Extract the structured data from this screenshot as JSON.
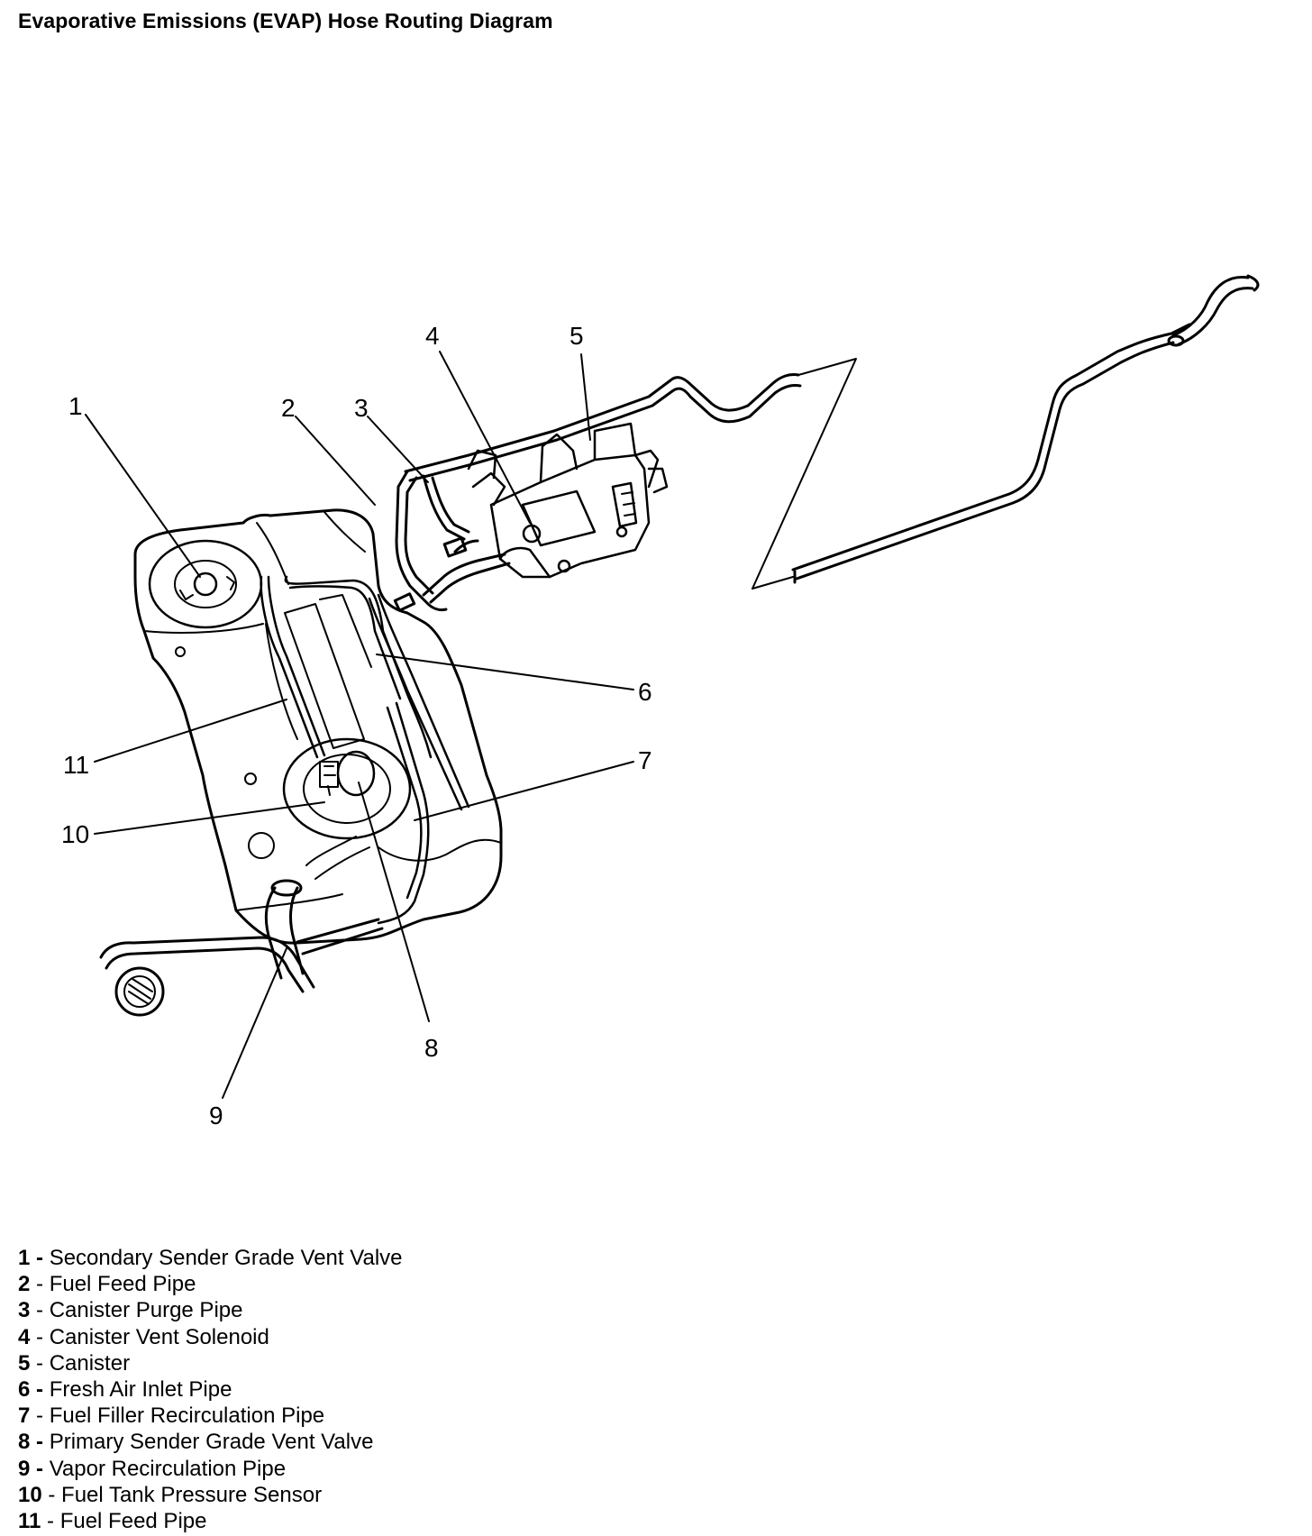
{
  "title": "Evaporative Emissions (EVAP) Hose Routing Diagram",
  "callouts": [
    {
      "num": "1"
    },
    {
      "num": "2"
    },
    {
      "num": "3"
    },
    {
      "num": "4"
    },
    {
      "num": "5"
    },
    {
      "num": "6"
    },
    {
      "num": "7"
    },
    {
      "num": "8"
    },
    {
      "num": "9"
    },
    {
      "num": "10"
    },
    {
      "num": "11"
    }
  ],
  "legend": [
    {
      "num": "1",
      "sep": " - ",
      "label": "Secondary Sender Grade Vent Valve"
    },
    {
      "num": "2",
      "sep": " - ",
      "label": "Fuel Feed Pipe"
    },
    {
      "num": "3",
      "sep": " - ",
      "label": "Canister Purge Pipe"
    },
    {
      "num": "4",
      "sep": " - ",
      "label": "Canister Vent Solenoid"
    },
    {
      "num": "5",
      "sep": " - ",
      "label": "Canister"
    },
    {
      "num": "6",
      "sep": " - ",
      "label": "Fresh Air Inlet Pipe"
    },
    {
      "num": "7",
      "sep": " - ",
      "label": "Fuel Filler Recirculation Pipe"
    },
    {
      "num": "8",
      "sep": " - ",
      "label": "Primary Sender Grade Vent Valve"
    },
    {
      "num": "9",
      "sep": " - ",
      "label": "Vapor Recirculation Pipe"
    },
    {
      "num": "10",
      "sep": " - ",
      "label": "Fuel Tank Pressure Sensor"
    },
    {
      "num": "11",
      "sep": " - ",
      "label": "Fuel Feed Pipe"
    }
  ]
}
